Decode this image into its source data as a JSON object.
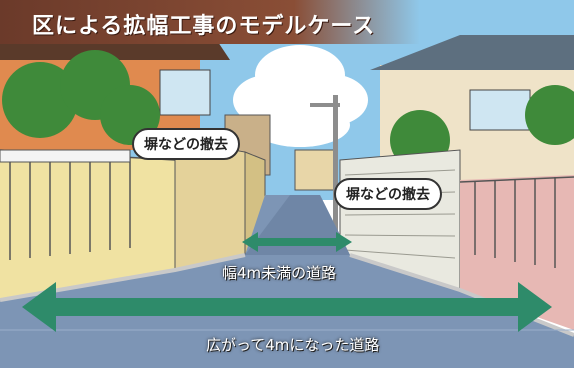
{
  "title": "区による拡幅工事のモデルケース",
  "callouts": {
    "left": "塀などの撤去",
    "right": "塀などの撤去"
  },
  "labels": {
    "narrow_road": "幅4m未満の道路",
    "wide_road": "広がって4mになった道路"
  },
  "colors": {
    "arrow": "#2e8b6a",
    "road": "#7d95b5",
    "sky": "#8fc8ea",
    "banner": "#7a4330"
  }
}
